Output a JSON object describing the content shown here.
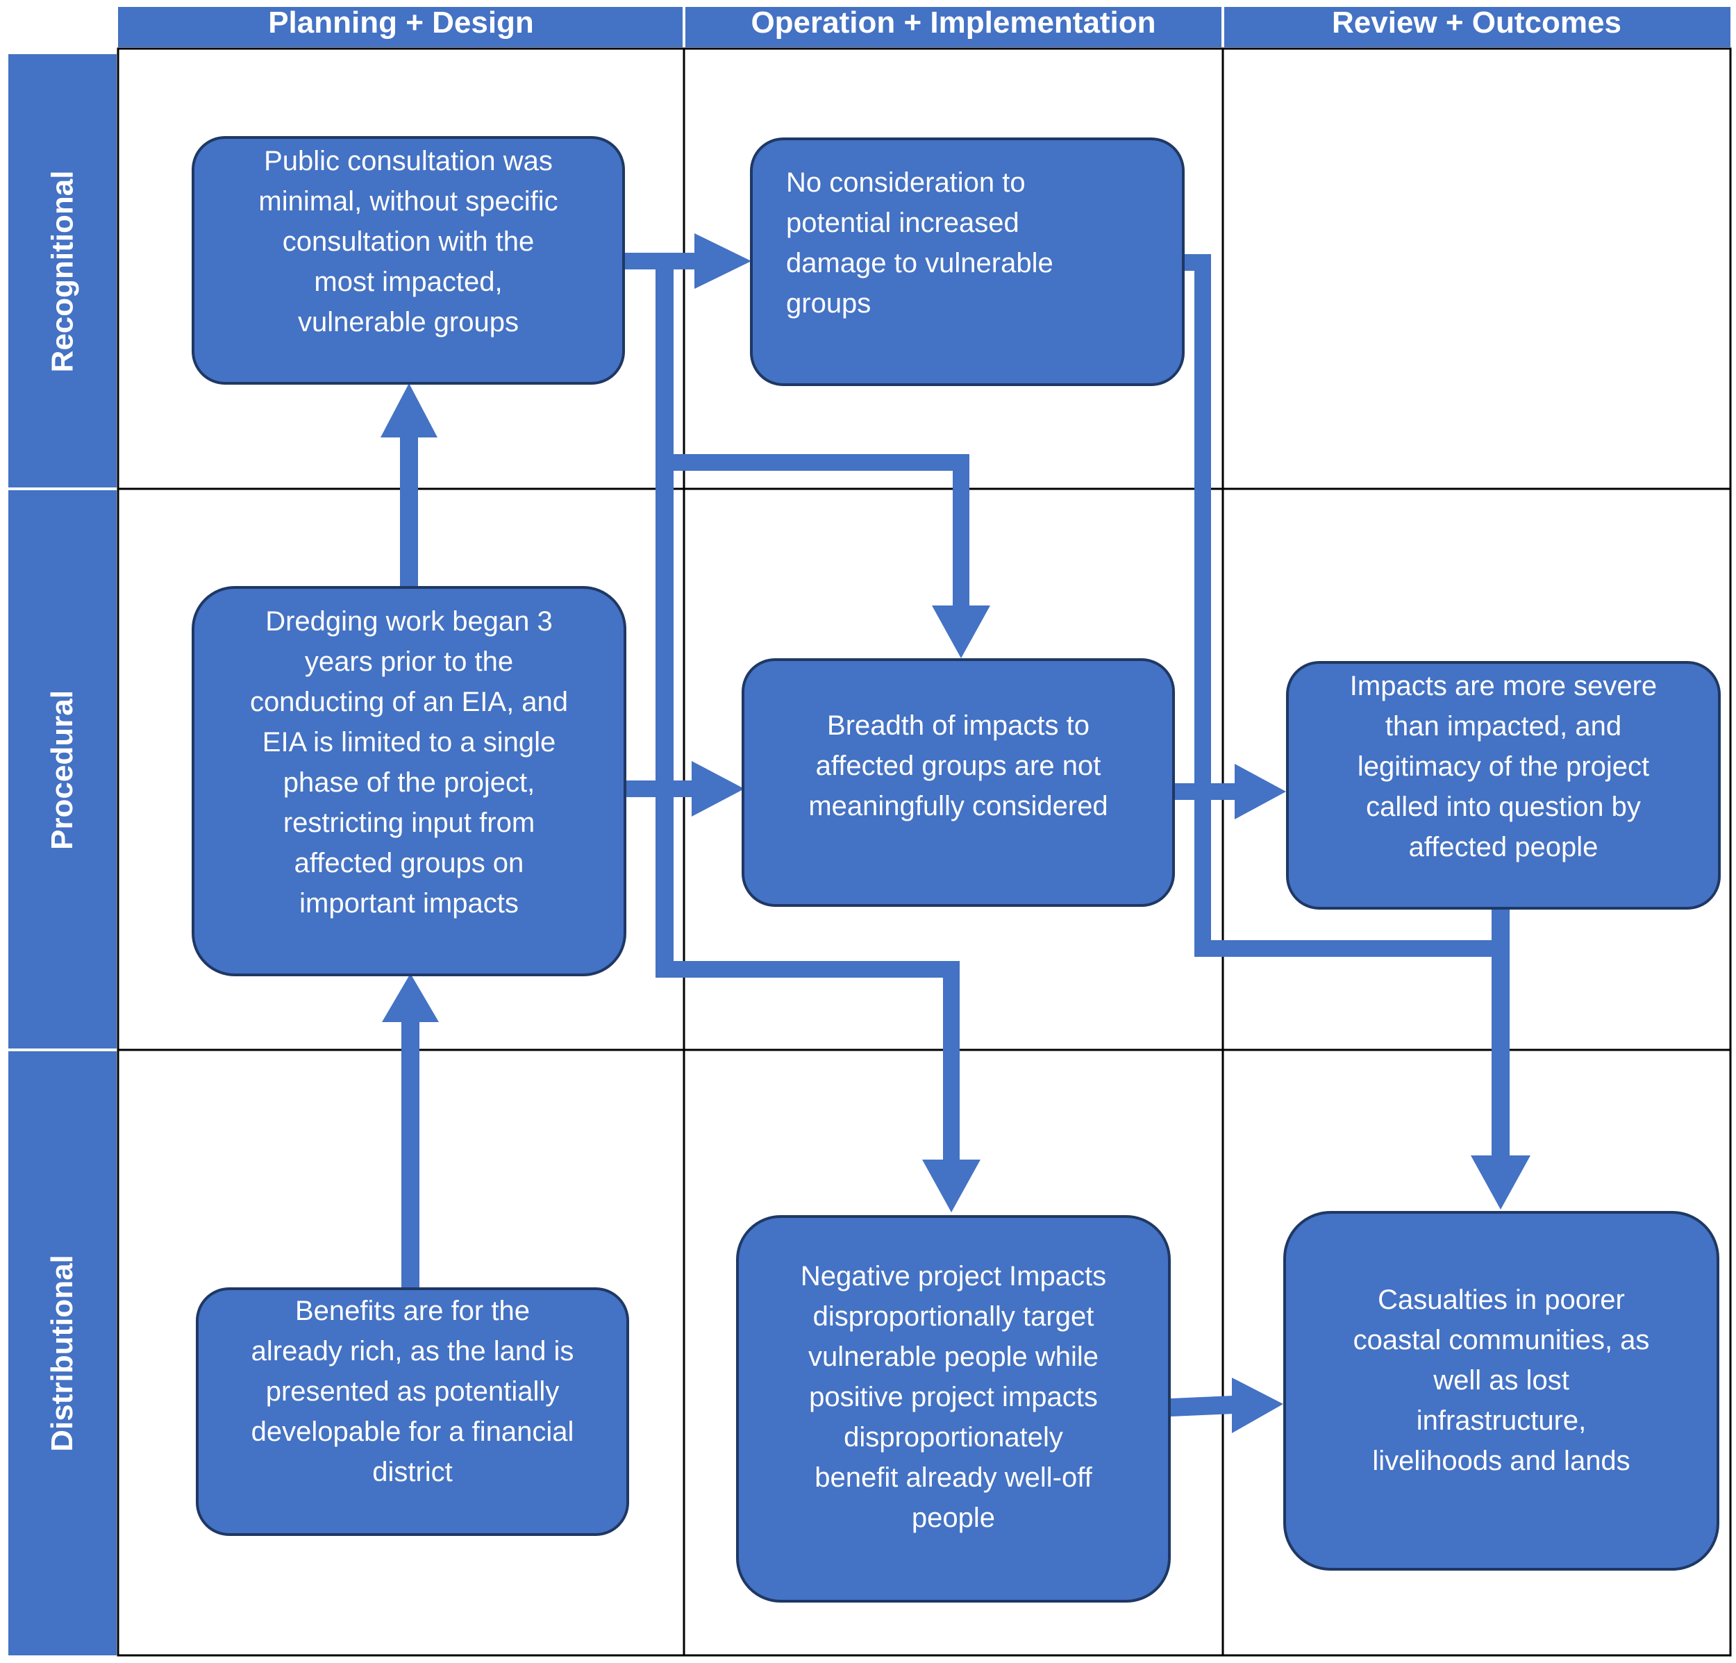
{
  "colors": {
    "header_fill": "#4472c4",
    "box_fill": "#4472c4",
    "box_border": "#1f3864",
    "arrow": "#4472c4",
    "grid_line": "#000000",
    "text": "#ffffff"
  },
  "columns": [
    {
      "label": "Planning + Design"
    },
    {
      "label": "Operation + Implementation"
    },
    {
      "label": "Review + Outcomes"
    }
  ],
  "rows": [
    {
      "label": "Recognitional"
    },
    {
      "label": "Procedural"
    },
    {
      "label": "Distributional"
    }
  ],
  "boxes": {
    "public_consultation": {
      "lines": [
        "Public consultation was",
        "minimal, without specific",
        "consultation with the",
        "most impacted,",
        "vulnerable groups"
      ]
    },
    "no_consideration": {
      "lines": [
        "No consideration to",
        "potential increased",
        "damage to vulnerable",
        "groups"
      ]
    },
    "dredging_work": {
      "lines": [
        "Dredging work began 3",
        "years prior to the",
        "conducting of an EIA, and",
        "EIA is limited to a single",
        "phase of the project,",
        "restricting input from",
        "affected groups on",
        "important impacts"
      ]
    },
    "breadth_of_impacts": {
      "lines": [
        "Breadth of impacts to",
        "affected groups are not",
        "meaningfully considered"
      ]
    },
    "impacts_more_severe": {
      "lines": [
        "Impacts are more severe",
        "than impacted, and",
        "legitimacy of the project",
        "called into question by",
        "affected people"
      ]
    },
    "benefits_rich": {
      "lines": [
        "Benefits are for the",
        "already rich, as the land is",
        "presented as potentially",
        "developable for a financial",
        "district"
      ]
    },
    "negative_impacts": {
      "lines": [
        "Negative project Impacts",
        "disproportionally target",
        "vulnerable people while",
        "positive project impacts",
        "disproportionately",
        "benefit already well-off",
        "people"
      ]
    },
    "casualties": {
      "lines": [
        "Casualties in poorer",
        "coastal communities, as",
        "well as lost",
        "infrastructure,",
        "livelihoods and lands"
      ]
    }
  }
}
